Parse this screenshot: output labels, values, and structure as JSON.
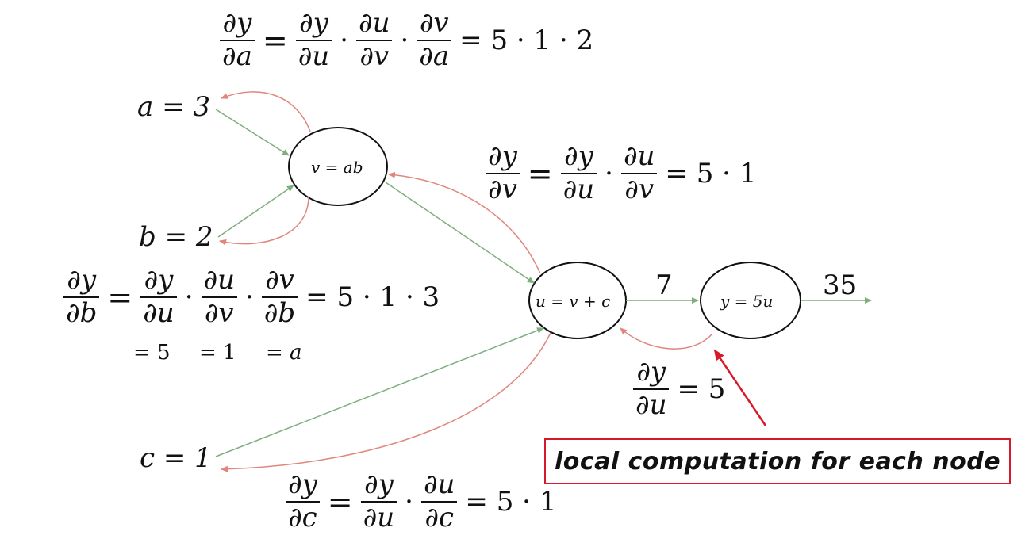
{
  "equations": {
    "dy_da": {
      "lhs_num": "∂y",
      "lhs_den": "∂a",
      "t1_num": "∂y",
      "t1_den": "∂u",
      "t2_num": "∂u",
      "t2_den": "∂v",
      "t3_num": "∂v",
      "t3_den": "∂a",
      "result": "= 5 · 1 · 2"
    },
    "dy_dv": {
      "lhs_num": "∂y",
      "lhs_den": "∂v",
      "t1_num": "∂y",
      "t1_den": "∂u",
      "t2_num": "∂u",
      "t2_den": "∂v",
      "result": "= 5 · 1"
    },
    "dy_db": {
      "lhs_num": "∂y",
      "lhs_den": "∂b",
      "t1_num": "∂y",
      "t1_den": "∂u",
      "t2_num": "∂u",
      "t2_den": "∂v",
      "t3_num": "∂v",
      "t3_den": "∂b",
      "result": "= 5 · 1 · 3",
      "under1": "= 5",
      "under2": "= 1",
      "under3": "= a"
    },
    "dy_du": {
      "lhs_num": "∂y",
      "lhs_den": "∂u",
      "result": "= 5"
    },
    "dy_dc": {
      "lhs_num": "∂y",
      "lhs_den": "∂c",
      "t1_num": "∂y",
      "t1_den": "∂u",
      "t2_num": "∂u",
      "t2_den": "∂c",
      "result": "= 5 · 1"
    }
  },
  "inputs": {
    "a": "a = 3",
    "b": "b = 2",
    "c": "c = 1"
  },
  "nodes": {
    "v": "v = ab",
    "u": "u = v + c",
    "y": "y = 5u"
  },
  "values": {
    "u_out": "7",
    "y_out": "35"
  },
  "callout": "local computation for each node",
  "colors": {
    "forward": "#7fae7f",
    "backward": "#e0867c",
    "callout": "#d7192b"
  }
}
